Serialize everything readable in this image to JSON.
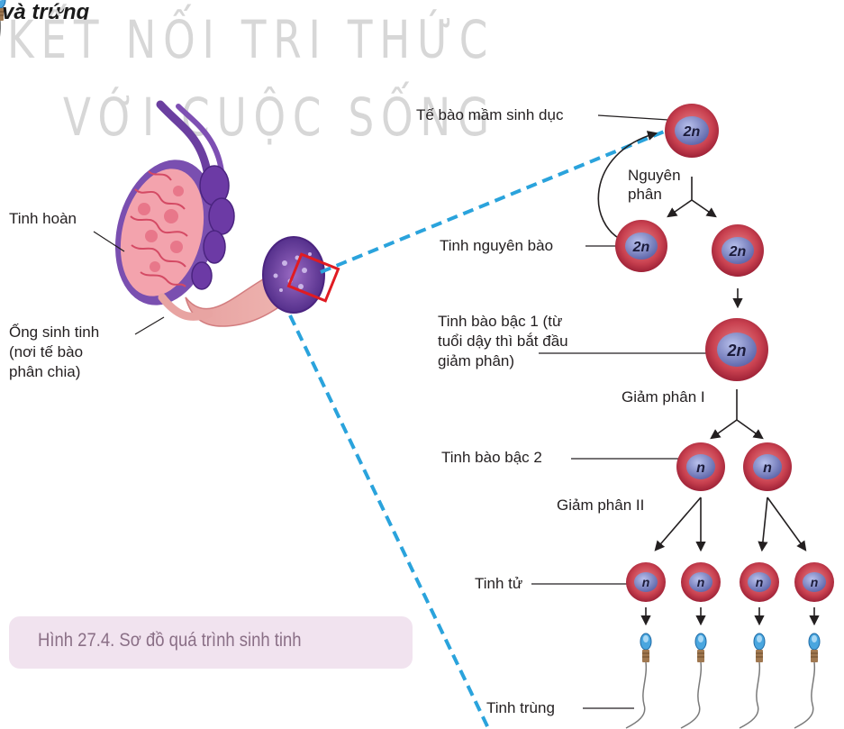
{
  "heading": "và trứng",
  "watermark": {
    "line1": "KẾT NỐI TRI THỨC",
    "line2": "VỚI CUỘC SỐNG"
  },
  "labels": {
    "testis": "Tinh hoàn",
    "tubule_1": "Ống sinh tinh",
    "tubule_2": "(nơi tế bào",
    "tubule_3": "phân chia)",
    "germ_cell": "Tế bào mầm sinh dục",
    "mitosis_1": "Nguyên",
    "mitosis_2": "phân",
    "spermatogonium": "Tinh nguyên bào",
    "primary_1": "Tinh bào bậc 1 (từ",
    "primary_2": "tuổi dậy thì bắt đầu",
    "primary_3": "giảm phân)",
    "meiosis1": "Giảm phân I",
    "secondary": "Tinh bào bậc 2",
    "meiosis2": "Giảm phân II",
    "spermatid": "Tinh tử",
    "sperm": "Tinh trùng"
  },
  "cells": {
    "diploid": "2n",
    "haploid": "n"
  },
  "caption": "Hình 27.4. Sơ đồ quá trình sinh tinh",
  "colors": {
    "cell_outer": "#b8324a",
    "cell_inner": "#7d86c4",
    "dashed_line": "#2aa3dc",
    "highlight_box": "#e01b22",
    "caption_bg": "#f1e3ef"
  }
}
